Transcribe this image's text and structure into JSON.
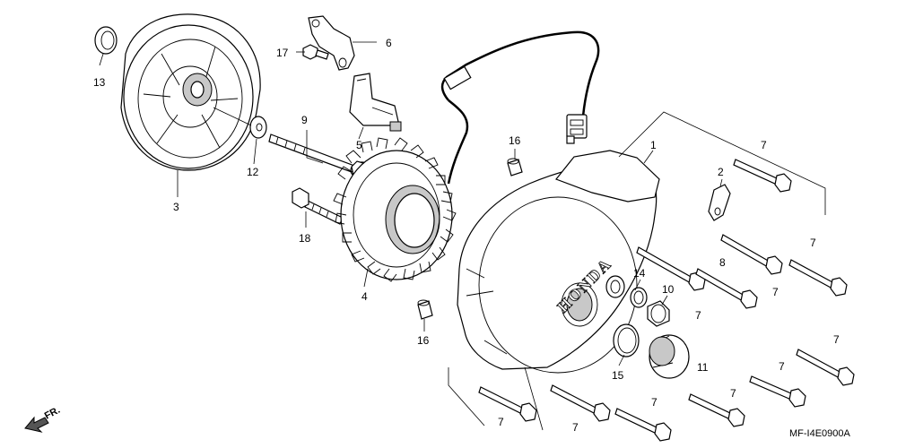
{
  "diagram": {
    "part_numbers": {
      "p1": "1",
      "p2": "2",
      "p3": "3",
      "p4": "4",
      "p5": "5",
      "p6": "6",
      "p7": "7",
      "p8": "8",
      "p9": "9",
      "p10": "10",
      "p11": "11",
      "p12": "12",
      "p13": "13",
      "p14": "14",
      "p15": "15",
      "p16": "16",
      "p17": "17",
      "p18": "18"
    },
    "cover_marking": "HONDA",
    "direction_label": "FR.",
    "diagram_code": "MF-I4E0900A"
  }
}
